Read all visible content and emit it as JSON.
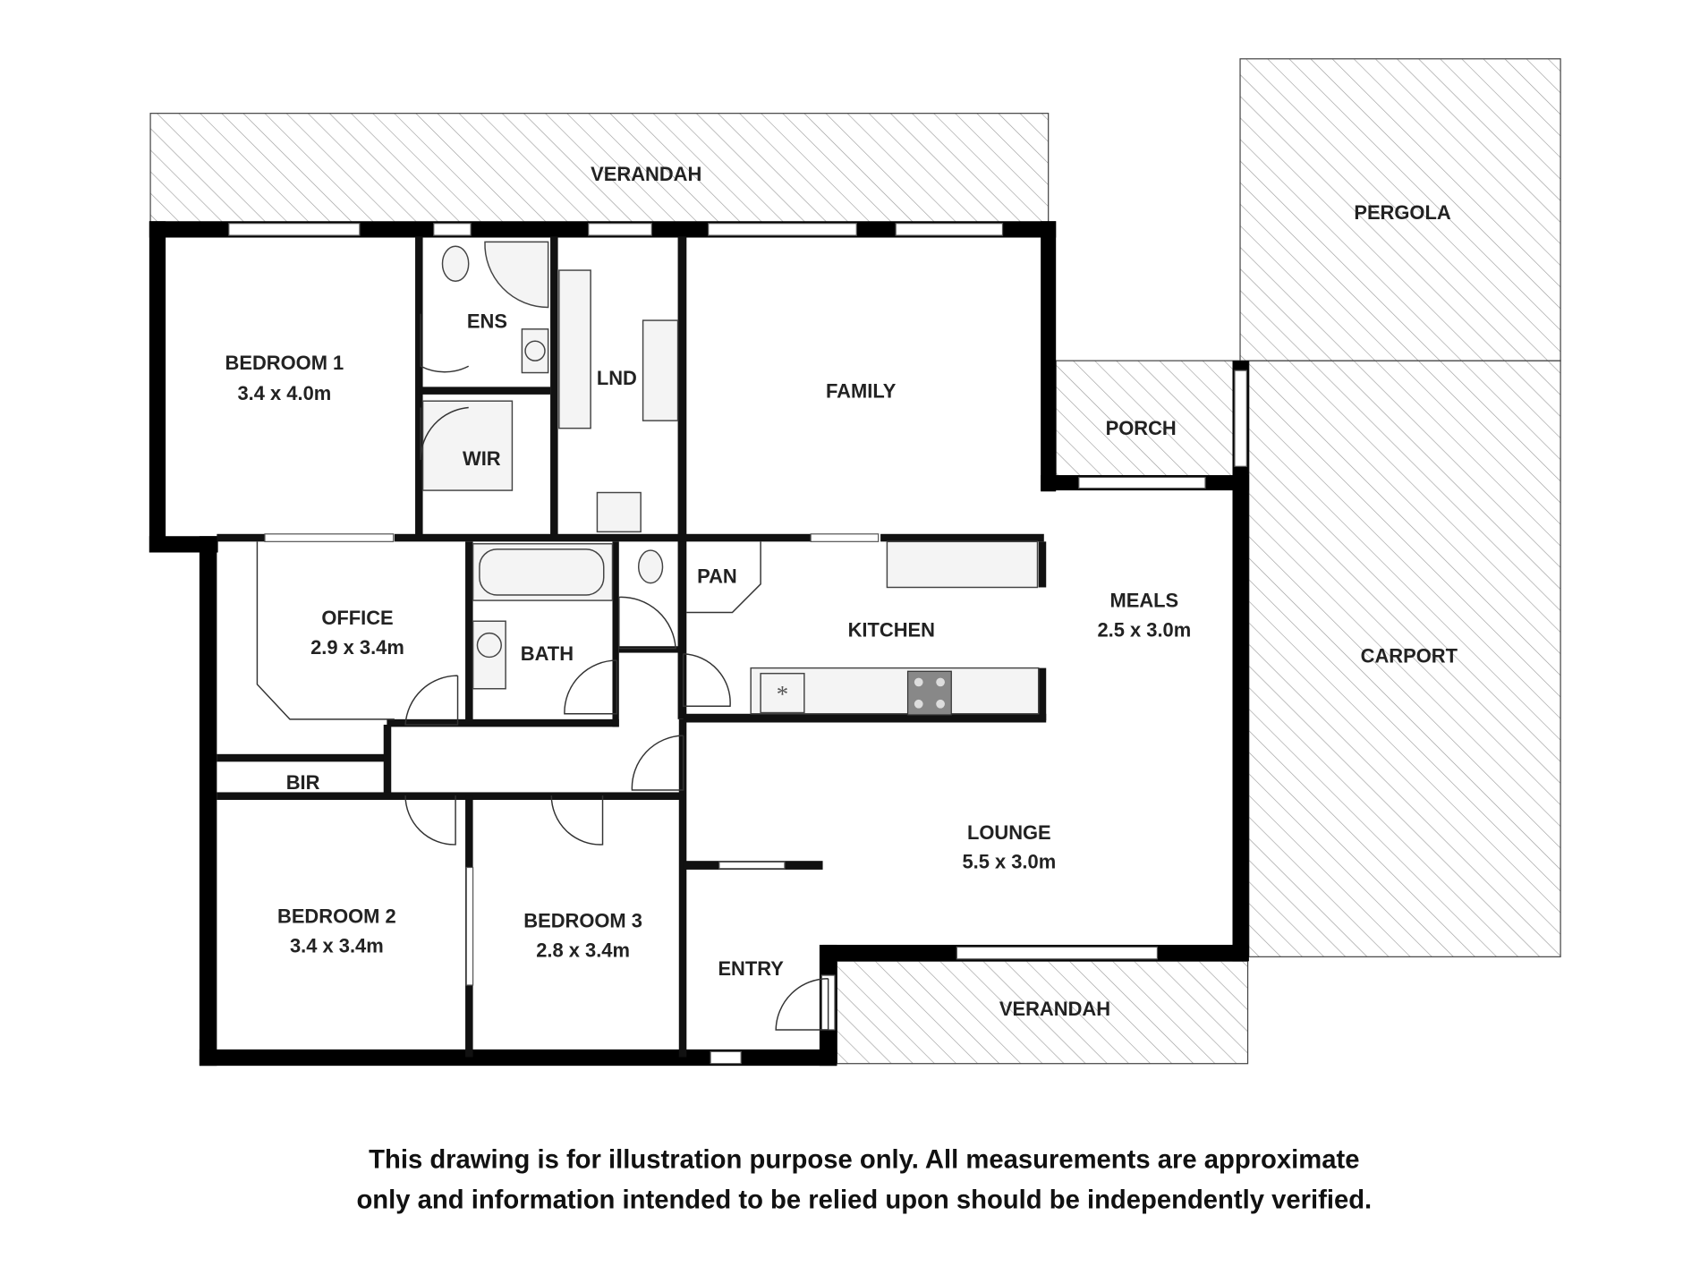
{
  "outdoor": {
    "verandah_top": "VERANDAH",
    "pergola": "PERGOLA",
    "porch": "PORCH",
    "carport": "CARPORT",
    "verandah_bottom": "VERANDAH"
  },
  "rooms": {
    "bedroom1": {
      "name": "BEDROOM 1",
      "size": "3.4 x 4.0m"
    },
    "ens": {
      "name": "ENS"
    },
    "lnd": {
      "name": "LND"
    },
    "family": {
      "name": "FAMILY"
    },
    "wir": {
      "name": "WIR"
    },
    "office": {
      "name": "OFFICE",
      "size": "2.9 x 3.4m"
    },
    "bath": {
      "name": "BATH"
    },
    "pan": {
      "name": "PAN"
    },
    "kitchen": {
      "name": "KITCHEN"
    },
    "meals": {
      "name": "MEALS",
      "size": "2.5 x 3.0m"
    },
    "bir": {
      "name": "BIR"
    },
    "lounge": {
      "name": "LOUNGE",
      "size": "5.5 x 3.0m"
    },
    "bedroom2": {
      "name": "BEDROOM 2",
      "size": "3.4 x 3.4m"
    },
    "bedroom3": {
      "name": "BEDROOM 3",
      "size": "2.8 x 3.4m"
    },
    "entry": {
      "name": "ENTRY"
    }
  },
  "disclaimer": {
    "line1": "This drawing is for illustration purpose only. All measurements are approximate",
    "line2": "only and information intended to be relied upon should be independently verified."
  }
}
